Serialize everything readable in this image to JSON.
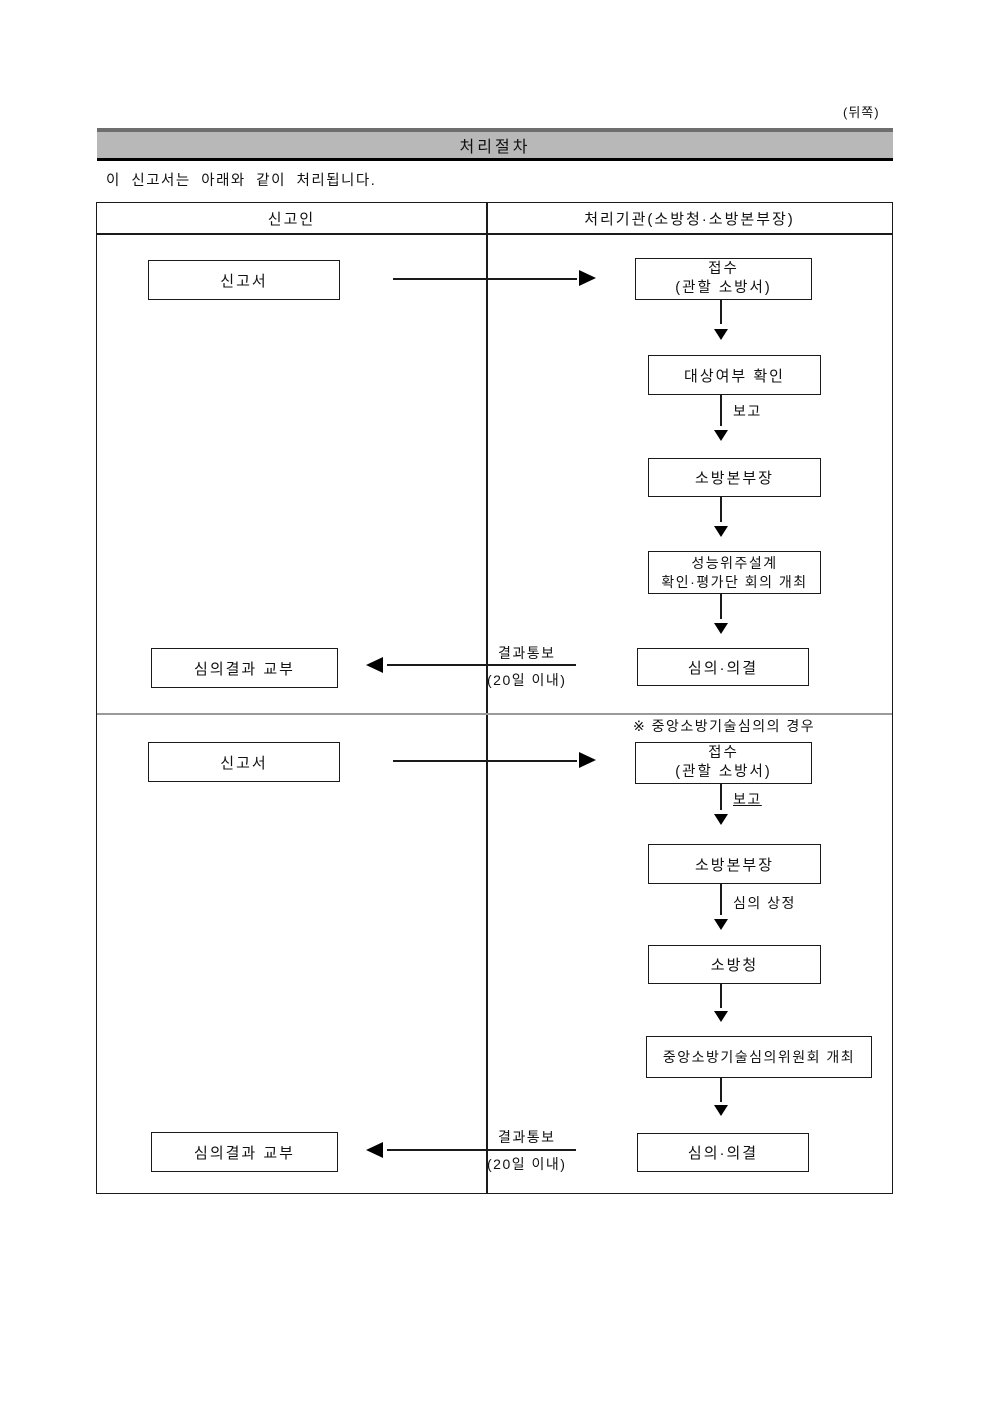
{
  "page": {
    "back_label": "(뒤쪽)",
    "title": "처리절차",
    "intro": "이 신고서는 아래와 같이 처리됩니다."
  },
  "table": {
    "left_header": "신고인",
    "right_header": "처리기관(소방청·소방본부장)"
  },
  "flow1": {
    "report_form": "신고서",
    "receipt_l1": "접수",
    "receipt_l2": "(관할 소방서)",
    "target_check": "대상여부 확인",
    "report_label": "보고",
    "fire_hq_chief": "소방본부장",
    "pbd_l1": "성능위주설계",
    "pbd_l2": "확인·평가단 회의 개최",
    "deliberation": "심의·의결",
    "result_notice": "결과통보",
    "within_20days": "(20일 이내)",
    "result_issue": "심의결과 교부"
  },
  "flow2": {
    "note": "※ 중앙소방기술심의의 경우",
    "report_form": "신고서",
    "receipt_l1": "접수",
    "receipt_l2": "(관할 소방서)",
    "report_label": "보고",
    "fire_hq_chief": "소방본부장",
    "deliberation_submit": "심의 상정",
    "fire_agency": "소방청",
    "central_committee": "중앙소방기술심의위원회 개최",
    "deliberation": "심의·의결",
    "result_notice": "결과통보",
    "within_20days": "(20일 이내)",
    "result_issue": "심의결과 교부"
  },
  "colors": {
    "bar_fill": "#b8b8b8",
    "bar_top_border": "#6e6e6e",
    "line": "#1a1a1a"
  }
}
